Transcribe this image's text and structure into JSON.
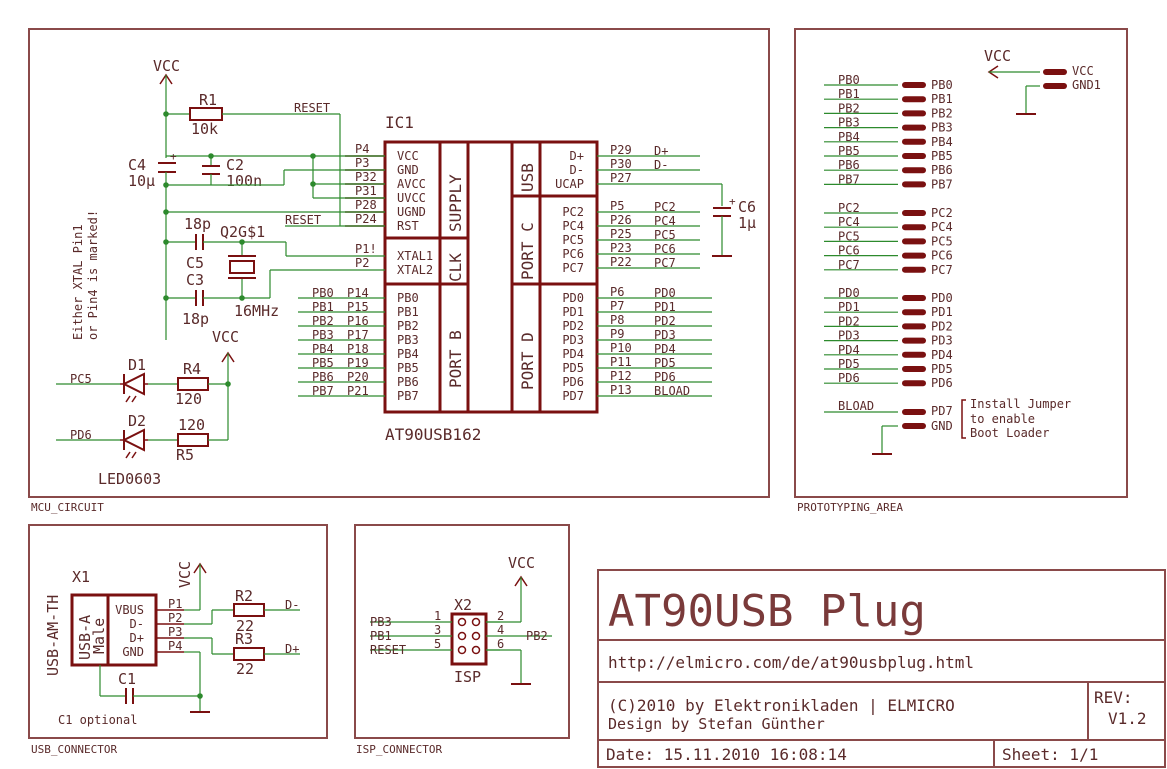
{
  "frames": {
    "mcu": "MCU_CIRCUIT",
    "proto": "PROTOTYPING_AREA",
    "usb": "USB_CONNECTOR",
    "isp": "ISP_CONNECTOR"
  },
  "mcu": {
    "ic_name": "IC1",
    "ic_value": "AT90USB162",
    "blocks": {
      "supply": "SUPPLY",
      "clk": "CLK",
      "usb": "USB",
      "portc": "PORT C",
      "portb": "PORT B",
      "portd": "PORT D"
    },
    "supply_pins": [
      {
        "num": "P4",
        "name": "VCC"
      },
      {
        "num": "P3",
        "name": "GND"
      },
      {
        "num": "P32",
        "name": "AVCC"
      },
      {
        "num": "P31",
        "name": "UVCC"
      },
      {
        "num": "P28",
        "name": "UGND"
      },
      {
        "num": "P24",
        "name": "RST"
      }
    ],
    "clk_pins": [
      {
        "num": "P1!",
        "name": "XTAL1"
      },
      {
        "num": "P2",
        "name": "XTAL2"
      }
    ],
    "portb_pins": [
      {
        "net": "PB0",
        "num": "P14",
        "name": "PB0"
      },
      {
        "net": "PB1",
        "num": "P15",
        "name": "PB1"
      },
      {
        "net": "PB2",
        "num": "P16",
        "name": "PB2"
      },
      {
        "net": "PB3",
        "num": "P17",
        "name": "PB3"
      },
      {
        "net": "PB4",
        "num": "P18",
        "name": "PB4"
      },
      {
        "net": "PB5",
        "num": "P19",
        "name": "PB5"
      },
      {
        "net": "PB6",
        "num": "P20",
        "name": "PB6"
      },
      {
        "net": "PB7",
        "num": "P21",
        "name": "PB7"
      }
    ],
    "usb_pins": [
      {
        "num": "P29",
        "name": "D+",
        "net": "D+"
      },
      {
        "num": "P30",
        "name": "D-",
        "net": "D-"
      },
      {
        "num": "P27",
        "name": "UCAP",
        "net": ""
      }
    ],
    "portc_pins": [
      {
        "num": "P5",
        "name": "PC2",
        "net": "PC2"
      },
      {
        "num": "P26",
        "name": "PC4",
        "net": "PC4"
      },
      {
        "num": "P25",
        "name": "PC5",
        "net": "PC5"
      },
      {
        "num": "P23",
        "name": "PC6",
        "net": "PC6"
      },
      {
        "num": "P22",
        "name": "PC7",
        "net": "PC7"
      }
    ],
    "portd_pins": [
      {
        "num": "P6",
        "name": "PD0",
        "net": "PD0"
      },
      {
        "num": "P7",
        "name": "PD1",
        "net": "PD1"
      },
      {
        "num": "P8",
        "name": "PD2",
        "net": "PD2"
      },
      {
        "num": "P9",
        "name": "PD3",
        "net": "PD3"
      },
      {
        "num": "P10",
        "name": "PD4",
        "net": "PD4"
      },
      {
        "num": "P11",
        "name": "PD5",
        "net": "PD5"
      },
      {
        "num": "P12",
        "name": "PD6",
        "net": "PD6"
      },
      {
        "num": "P13",
        "name": "PD7",
        "net": "BLOAD"
      }
    ],
    "vcc_top": "VCC",
    "vcc_led": "VCC",
    "r1": {
      "name": "R1",
      "value": "10k"
    },
    "reset_net_top": "RESET",
    "reset_net": "RESET",
    "c4": {
      "name": "C4",
      "value": "10µ"
    },
    "c2": {
      "name": "C2",
      "value": "100n"
    },
    "c5": {
      "name": "C5",
      "value": "18p"
    },
    "c3": {
      "name": "C3",
      "value": "18p"
    },
    "crystal": {
      "name": "Q2G$1",
      "value": "16MHz"
    },
    "xtal_note_1": "Either XTAL Pin1",
    "xtal_note_2": "or Pin4 is marked!",
    "c6": {
      "name": "C6",
      "value": "1µ"
    },
    "d1": {
      "name": "D1",
      "net": "PC5"
    },
    "d2": {
      "name": "D2",
      "net": "PD6"
    },
    "led_value": "LED0603",
    "r4": {
      "name": "R4",
      "value": "120"
    },
    "r5": {
      "name": "R5",
      "value": "120"
    }
  },
  "proto": {
    "portb": [
      "PB0",
      "PB1",
      "PB2",
      "PB3",
      "PB4",
      "PB5",
      "PB6",
      "PB7"
    ],
    "portc": [
      "PC2",
      "PC4",
      "PC5",
      "PC6",
      "PC7"
    ],
    "portd": [
      "PD0",
      "PD1",
      "PD2",
      "PD3",
      "PD4",
      "PD5",
      "PD6"
    ],
    "power": {
      "vcc_net": "VCC",
      "vcc_pin": "VCC",
      "gnd_pin": "GND1"
    },
    "jumper": {
      "net": "BLOAD",
      "pin1": "PD7",
      "pin2": "GND",
      "note_1": "Install Jumper",
      "note_2": "to enable",
      "note_3": "Boot Loader"
    }
  },
  "usb": {
    "name": "X1",
    "part": "USB-AM-TH",
    "body_1": "USB-A",
    "body_2": "Male",
    "pins": [
      {
        "name": "VBUS",
        "num": "P1"
      },
      {
        "name": "D-",
        "num": "P2"
      },
      {
        "name": "D+",
        "num": "P3"
      },
      {
        "name": "GND",
        "num": "P4"
      }
    ],
    "vcc": "VCC",
    "r2": {
      "name": "R2",
      "value": "22",
      "net": "D-"
    },
    "r3": {
      "name": "R3",
      "value": "22",
      "net": "D+"
    },
    "c1": {
      "name": "C1",
      "note": "C1 optional"
    }
  },
  "isp": {
    "name": "X2",
    "label": "ISP",
    "vcc": "VCC",
    "left": [
      {
        "net": "PB3",
        "num": "1"
      },
      {
        "net": "PB1",
        "num": "3"
      },
      {
        "net": "RESET",
        "num": "5"
      }
    ],
    "right": [
      {
        "num": "2",
        "net": ""
      },
      {
        "num": "4",
        "net": "PB2"
      },
      {
        "num": "6",
        "net": ""
      }
    ]
  },
  "titleblock": {
    "title": "AT90USB Plug",
    "url": "http://elmicro.com/de/at90usbplug.html",
    "copyright": "(C)2010 by Elektronikladen | ELMICRO",
    "designer": "Design by Stefan Günther",
    "rev_label": "REV:",
    "rev": "V1.2",
    "date": "Date: 15.11.2010 16:08:14",
    "sheet": "Sheet: 1/1"
  }
}
